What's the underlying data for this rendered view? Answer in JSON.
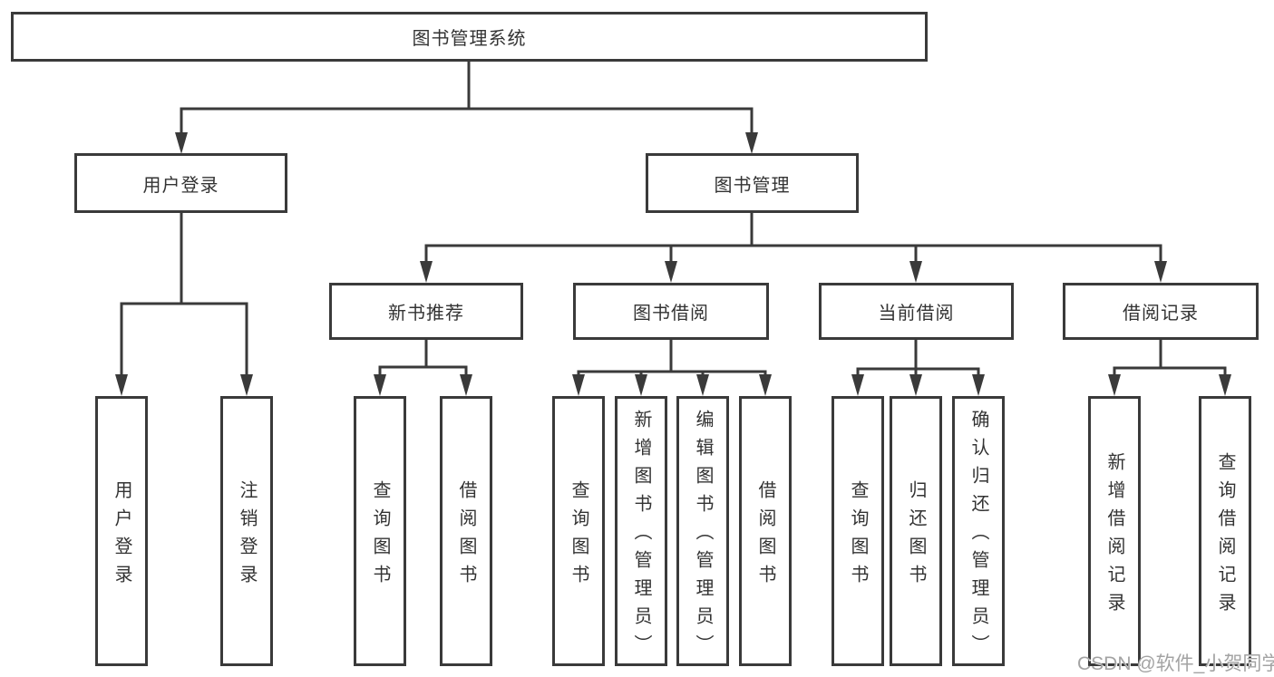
{
  "diagram": {
    "root": {
      "label": "图书管理系统"
    },
    "level2": {
      "user_login": {
        "label": "用户登录"
      },
      "book_management": {
        "label": "图书管理"
      }
    },
    "level3": {
      "new_book_recommend": {
        "label": "新书推荐"
      },
      "book_borrow": {
        "label": "图书借阅"
      },
      "current_borrow": {
        "label": "当前借阅"
      },
      "borrow_records": {
        "label": "借阅记录"
      }
    },
    "leaves": {
      "user_login": {
        "label": "用户登录"
      },
      "logout": {
        "label": "注销登录"
      },
      "rec_query_books": {
        "label": "查询图书"
      },
      "rec_borrow_books": {
        "label": "借阅图书"
      },
      "bb_query_books": {
        "label": "查询图书"
      },
      "bb_add_books": {
        "label": "新增图书（管理员）"
      },
      "bb_edit_books": {
        "label": "编辑图书（管理员）"
      },
      "bb_borrow_books": {
        "label": "借阅图书"
      },
      "cb_query_books": {
        "label": "查询图书"
      },
      "cb_return_books": {
        "label": "归还图书"
      },
      "cb_confirm_return": {
        "label": "确认归还（管理员）"
      },
      "br_add_record": {
        "label": "新增借阅记录"
      },
      "br_query_record": {
        "label": "查询借阅记录"
      }
    }
  },
  "watermark": {
    "text": "CSDN @软件_小贺同学"
  },
  "colors": {
    "line": "#3a3a3a",
    "text": "#333333",
    "watermark": "#a3a3a3",
    "background": "#ffffff"
  }
}
